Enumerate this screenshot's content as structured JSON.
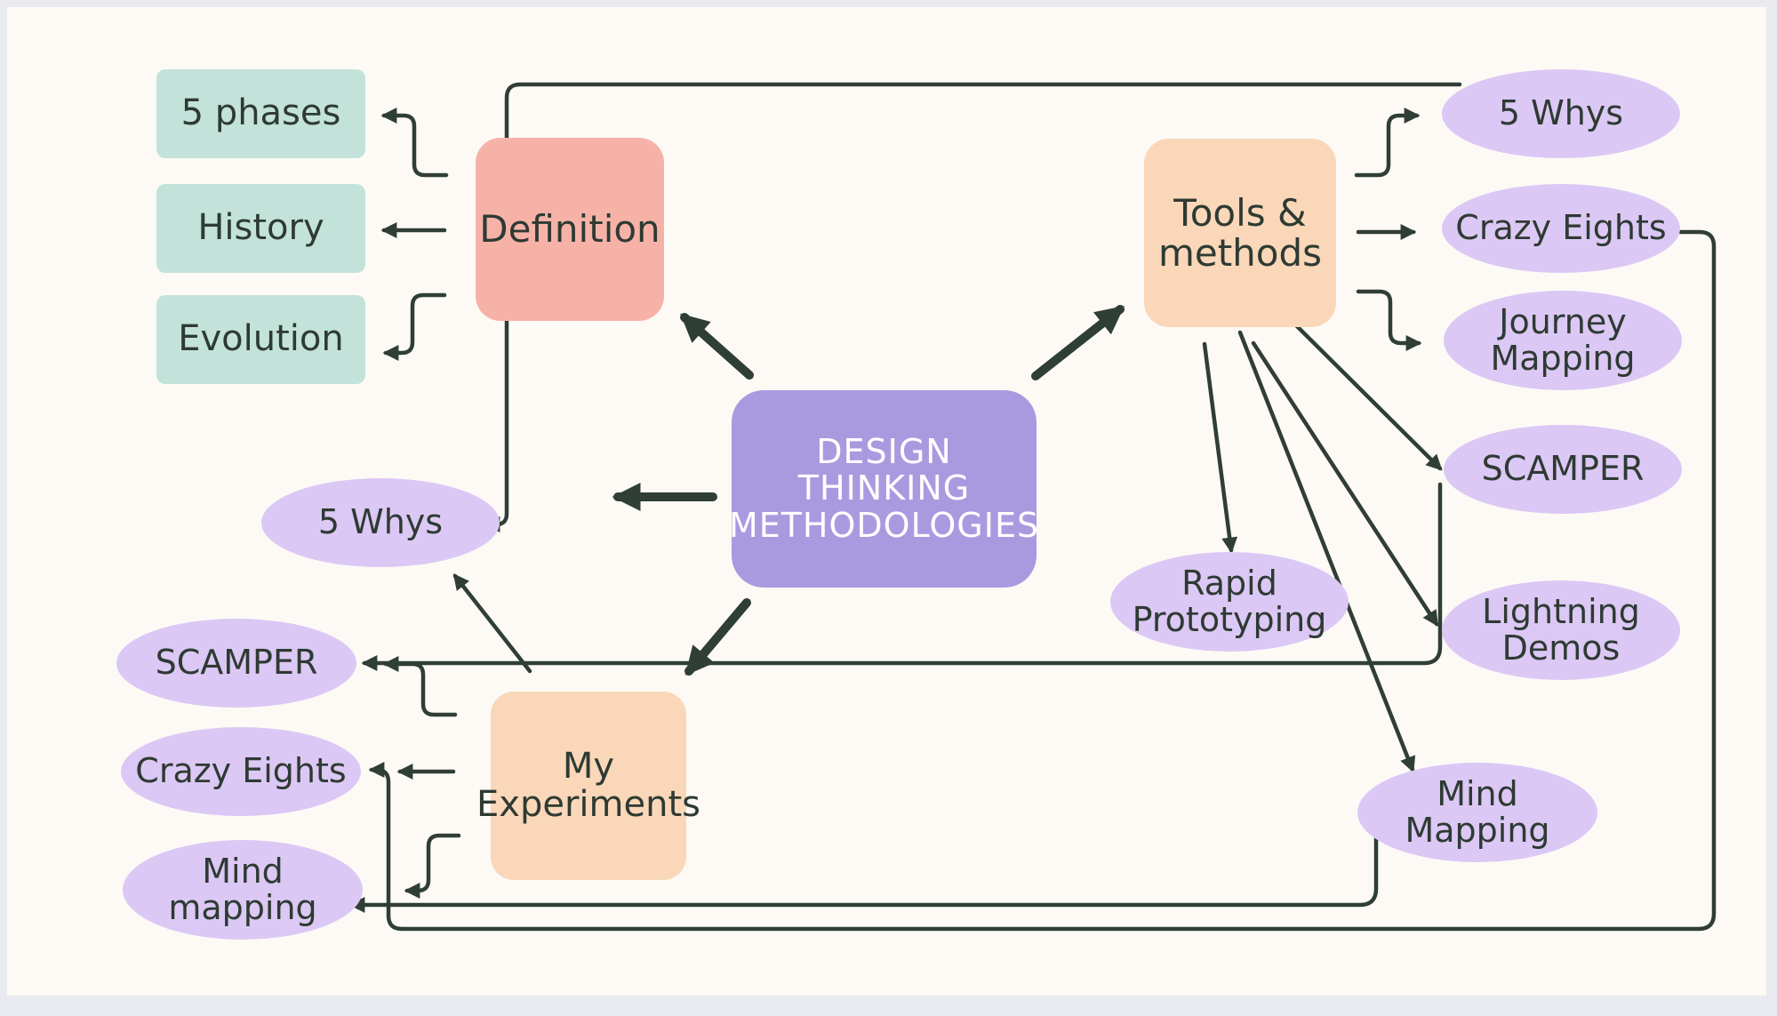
{
  "center": {
    "label": "DESIGN THINKING\nMETHODOLOGIES"
  },
  "branches": {
    "definition": {
      "label": "Definition",
      "children": [
        "5 phases",
        "History",
        "Evolution"
      ]
    },
    "tools": {
      "label": "Tools &\nmethods",
      "right_children": [
        "5 Whys",
        "Crazy Eights",
        "Journey\nMapping",
        "SCAMPER",
        "Lightning\nDemos"
      ],
      "rapid_prototyping": "Rapid\nPrototyping",
      "mind_mapping": "Mind\nMapping"
    },
    "experiments": {
      "label": "My\nExperiments",
      "children": [
        "SCAMPER",
        "Crazy Eights",
        "Mind\nmapping"
      ]
    },
    "left_whys": {
      "label": "5 Whys"
    }
  },
  "colors": {
    "background": "#fdfaf6",
    "center": "#a99ae0",
    "definition": "#f7b2a8",
    "tools_and_experiments": "#f9d7b8",
    "teal_boxes": "#c3e3da",
    "pills": "#dcc8f4",
    "lines": "#2f3e36"
  }
}
